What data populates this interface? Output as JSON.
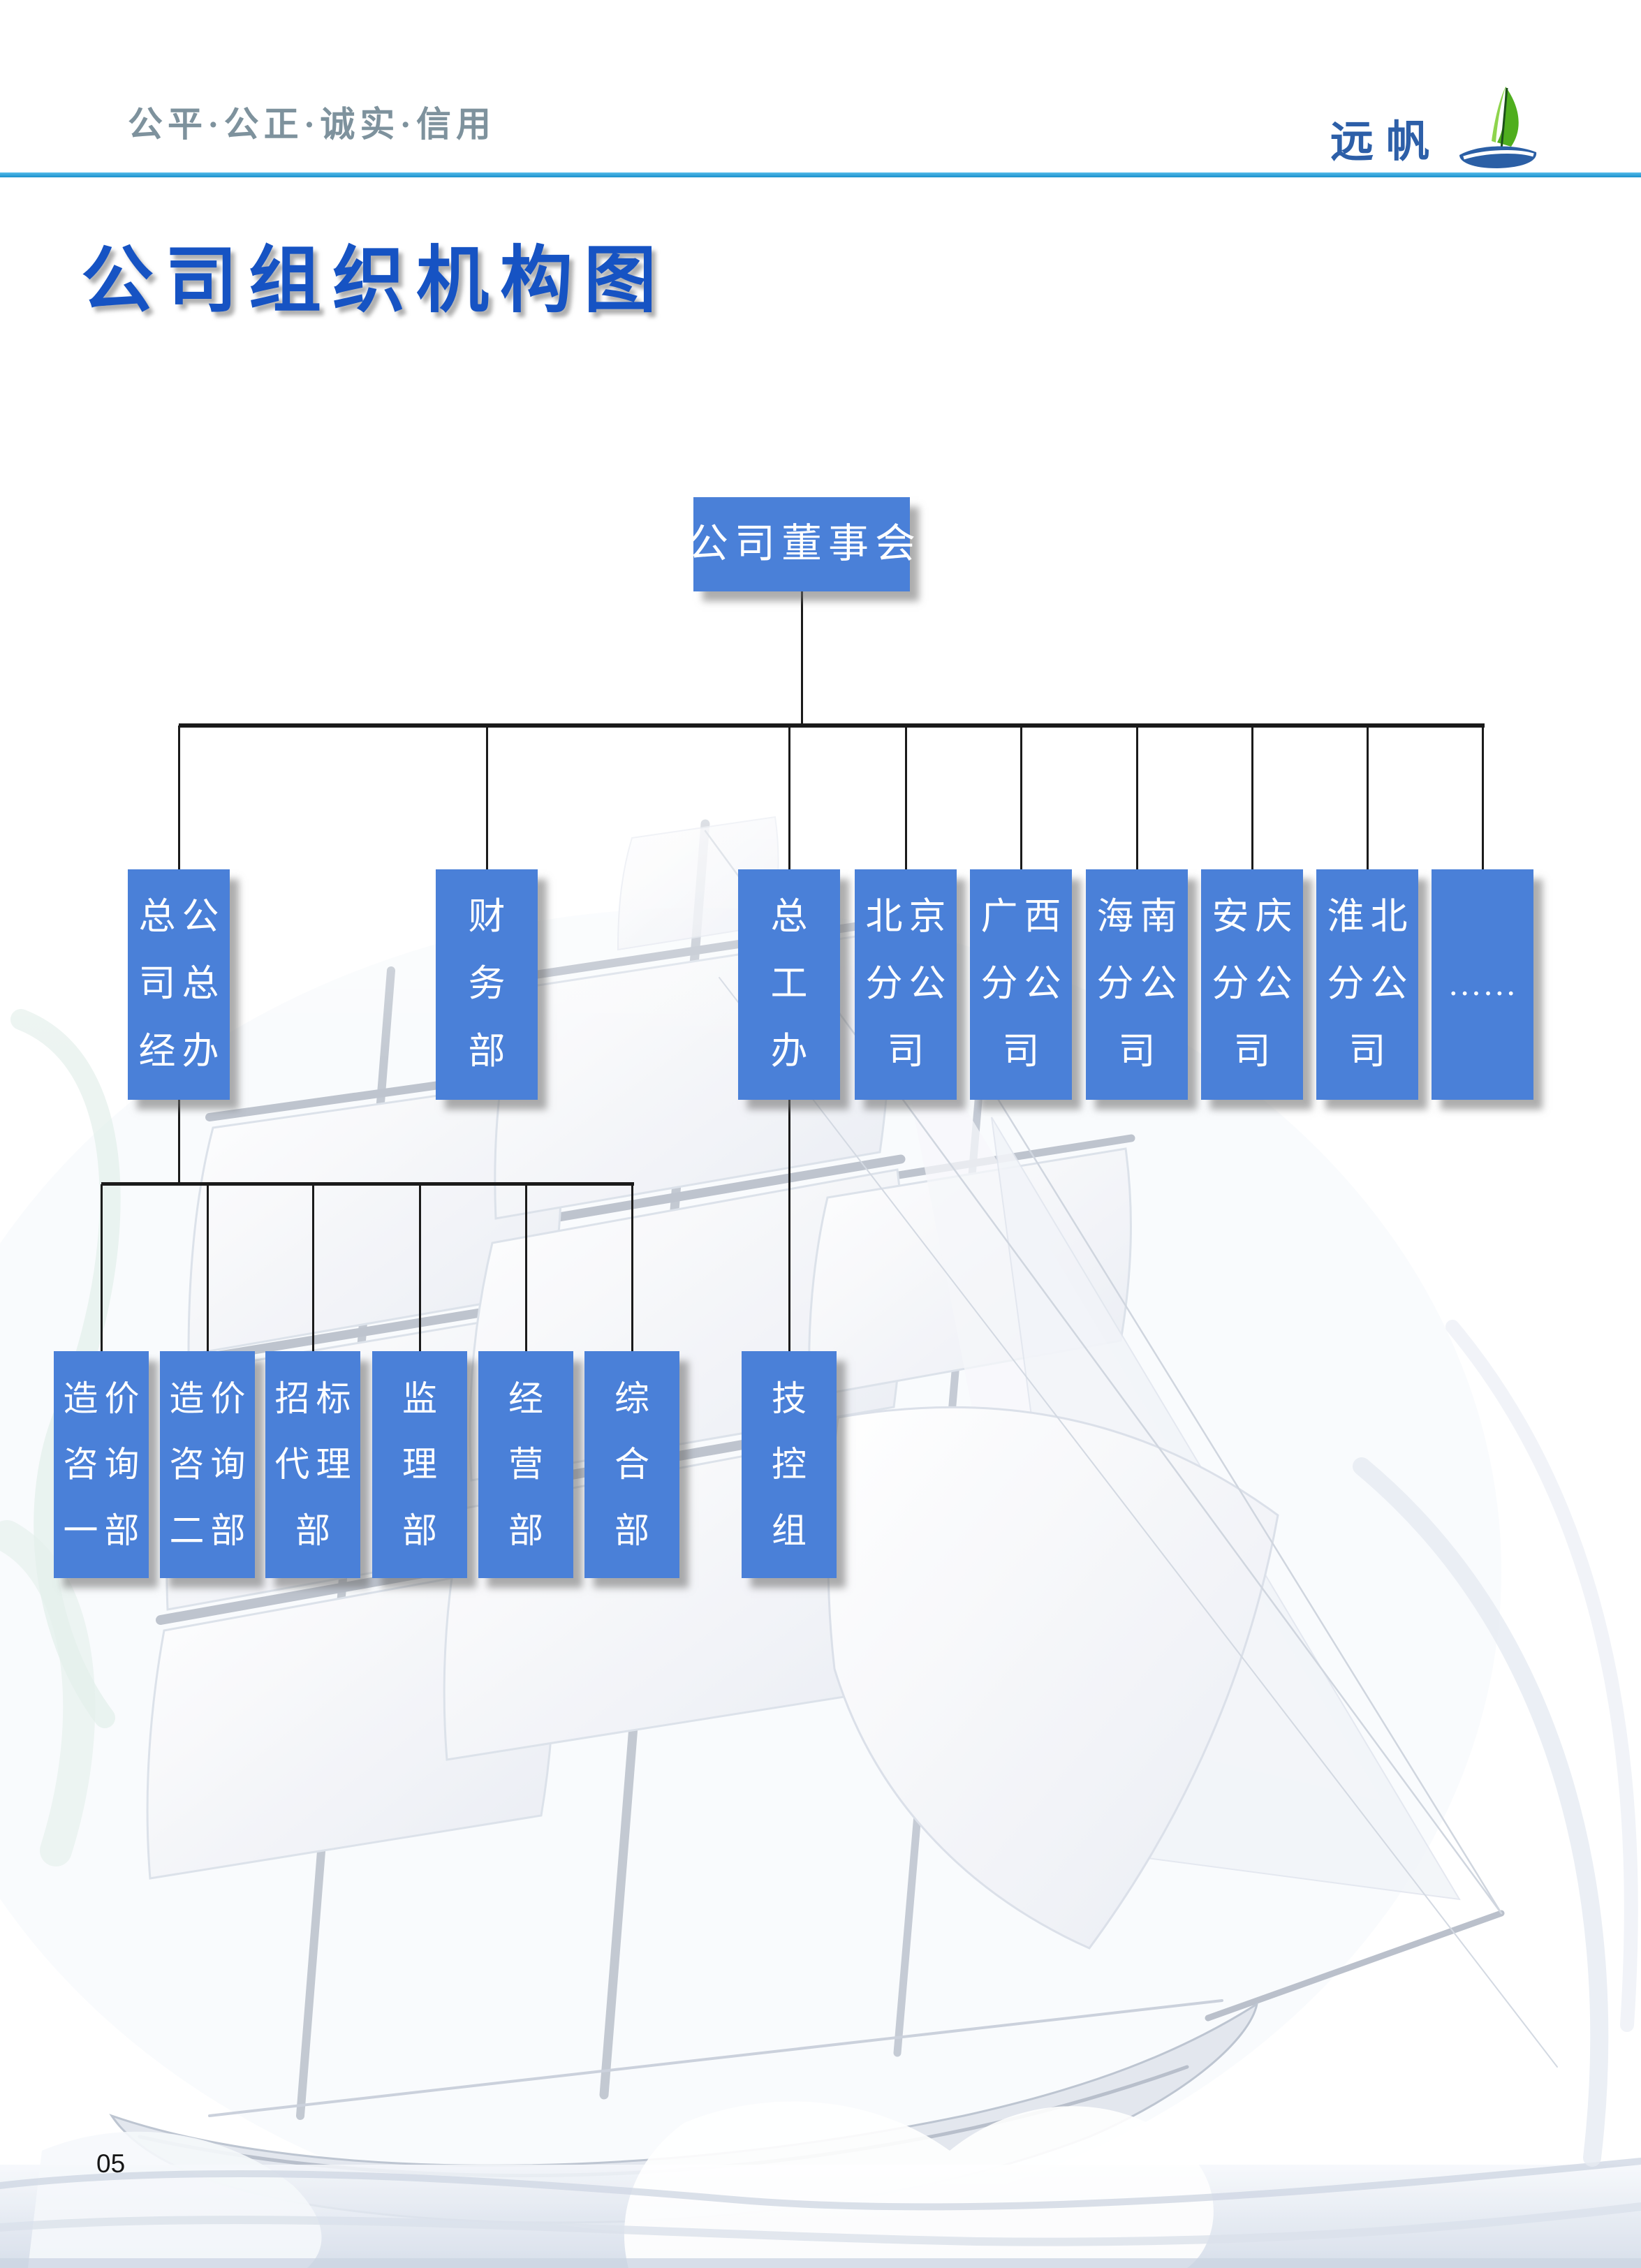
{
  "header": {
    "motto": "公平·公正·诚实·信用",
    "brand": "远帆",
    "logo_icon": "sailboat-logo"
  },
  "page": {
    "title": "公司组织机构图",
    "page_number": "05"
  },
  "colors": {
    "box_blue": "#4a80d8",
    "header_rule_blue": "#1c90cc",
    "title_blue": "#1653c3",
    "motto_gray": "#7e929d",
    "brand_blue": "#2d5fa8",
    "connector_black": "#1b1b1b"
  },
  "org_chart": {
    "root": {
      "id": "board",
      "label": "公司董事会",
      "lines": [
        "公司董事会"
      ]
    },
    "level2": [
      {
        "id": "head-office-gm-office",
        "label": "总公司总经办",
        "lines": [
          "总公",
          "司总",
          "经办"
        ]
      },
      {
        "id": "finance-dept",
        "label": "财务部",
        "lines": [
          "财",
          "务",
          "部"
        ]
      },
      {
        "id": "chief-engineer-office",
        "label": "总工办",
        "lines": [
          "总",
          "工",
          "办"
        ]
      },
      {
        "id": "beijing-branch",
        "label": "北京分公司",
        "lines": [
          "北京",
          "分公",
          "司"
        ]
      },
      {
        "id": "guangxi-branch",
        "label": "广西分公司",
        "lines": [
          "广西",
          "分公",
          "司"
        ]
      },
      {
        "id": "hainan-branch",
        "label": "海南分公司",
        "lines": [
          "海南",
          "分公",
          "司"
        ]
      },
      {
        "id": "anqing-branch",
        "label": "安庆分公司",
        "lines": [
          "安庆",
          "分公",
          "司"
        ]
      },
      {
        "id": "huaibei-branch",
        "label": "淮北分公司",
        "lines": [
          "淮北",
          "分公",
          "司"
        ]
      },
      {
        "id": "more-branches",
        "label": "……",
        "lines": [
          "……"
        ]
      }
    ],
    "level3": [
      {
        "id": "cost-consulting-dept-1",
        "label": "造价咨询一部",
        "lines": [
          "造价",
          "咨询",
          "一部"
        ],
        "parent": "head-office-gm-office"
      },
      {
        "id": "cost-consulting-dept-2",
        "label": "造价咨询二部",
        "lines": [
          "造价",
          "咨询",
          "二部"
        ],
        "parent": "head-office-gm-office"
      },
      {
        "id": "bidding-agency-dept",
        "label": "招标代理部",
        "lines": [
          "招标",
          "代理",
          "部"
        ],
        "parent": "head-office-gm-office"
      },
      {
        "id": "supervision-dept",
        "label": "监理部",
        "lines": [
          "监",
          "理",
          "部"
        ],
        "parent": "head-office-gm-office"
      },
      {
        "id": "operations-dept",
        "label": "经营部",
        "lines": [
          "经",
          "营",
          "部"
        ],
        "parent": "head-office-gm-office"
      },
      {
        "id": "general-dept",
        "label": "综合部",
        "lines": [
          "综",
          "合",
          "部"
        ],
        "parent": "head-office-gm-office"
      },
      {
        "id": "tech-control-group",
        "label": "技控组",
        "lines": [
          "技",
          "控",
          "组"
        ],
        "parent": "chief-engineer-office"
      }
    ]
  }
}
